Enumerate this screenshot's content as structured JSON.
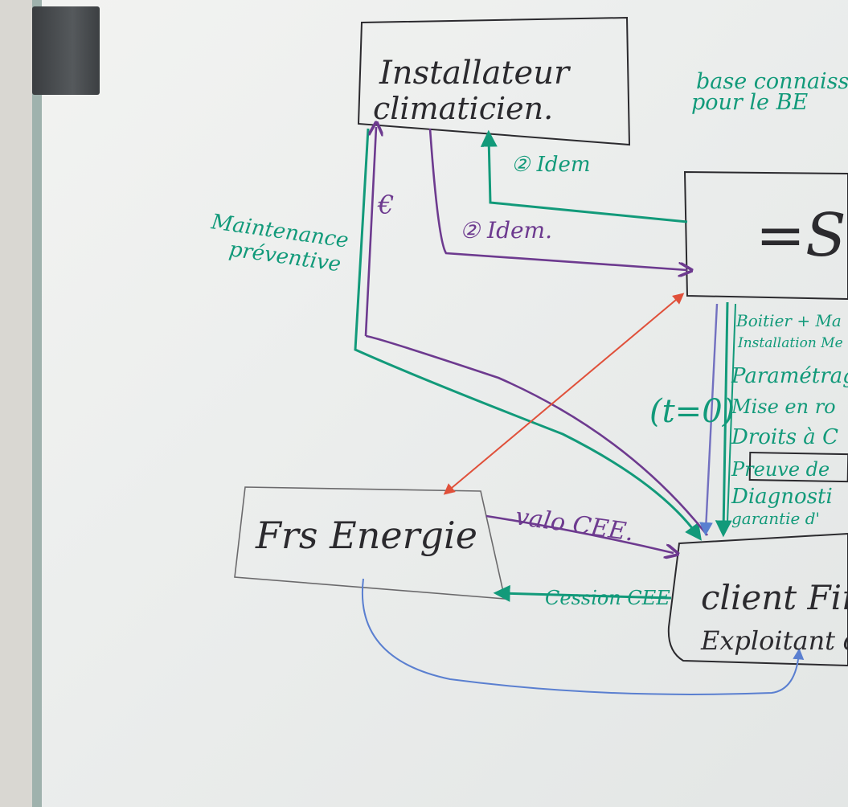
{
  "nodes": {
    "installateur": {
      "line1": "Installateur",
      "line2": "climaticien."
    },
    "center": {
      "label": "=S"
    },
    "fournisseur": {
      "label": "Frs Energie"
    },
    "client": {
      "line1": "client Fin",
      "line2": "Exploitant d"
    }
  },
  "notes": {
    "top_right_line1": "base connaissan",
    "top_right_line2": "pour le BE",
    "maintenance_line1": "Maintenance",
    "maintenance_line2": "préventive",
    "euro": "€",
    "idem_green": "② Idem",
    "idem_purple": "② Idem.",
    "t0": "(t=0)",
    "valo": "valo CEE.",
    "cession": "Cession CEE"
  },
  "checklist": [
    "Boitier + Ma",
    "Installation Me",
    "Paramétrag",
    "Mise en ro",
    "Droits à C",
    "Preuve de",
    "Diagnosti",
    "garantie d'"
  ],
  "colors": {
    "black": "#2b2a2e",
    "green": "#129a7a",
    "purple": "#6d3a8f",
    "red": "#e0503a",
    "blue": "#5a7fd0"
  }
}
